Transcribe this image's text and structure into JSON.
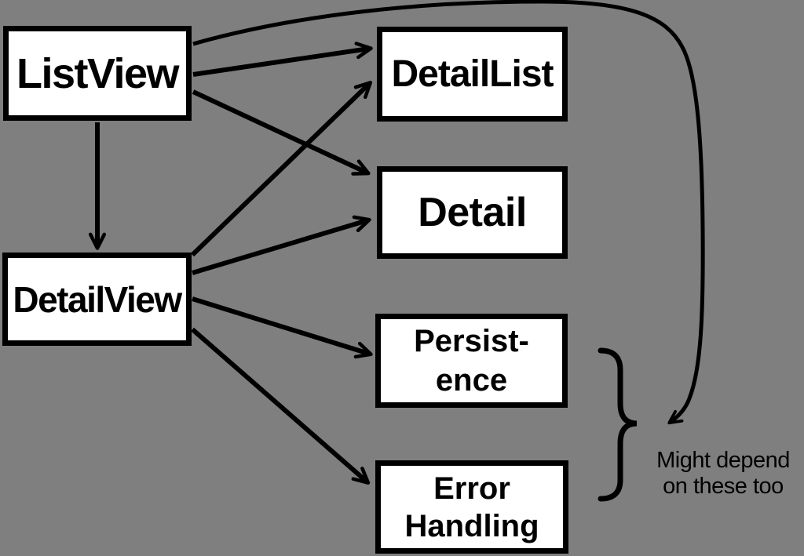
{
  "colors": {
    "background": "#7f7f7f",
    "box_fill": "#ffffff",
    "stroke": "#000000",
    "text": "#000000"
  },
  "nodes": {
    "list_view": {
      "label": "ListView",
      "lines": [
        "ListView"
      ]
    },
    "detail_view": {
      "label": "DetailView",
      "lines": [
        "DetailView"
      ]
    },
    "detail_list": {
      "label": "DetailList",
      "lines": [
        "DetailList"
      ]
    },
    "detail": {
      "label": "Detail",
      "lines": [
        "Detail"
      ]
    },
    "persistence": {
      "label": "Persistence",
      "lines": [
        "Persist-",
        "ence"
      ]
    },
    "error_handling": {
      "label": "Error Handling",
      "lines": [
        "Error",
        "Handling"
      ]
    }
  },
  "edges": [
    {
      "from": "ListView",
      "to": "DetailView",
      "style": "straight-arrow"
    },
    {
      "from": "ListView",
      "to": "DetailList",
      "style": "straight-arrow"
    },
    {
      "from": "ListView",
      "to": "Detail",
      "style": "straight-arrow"
    },
    {
      "from": "ListView",
      "to": "annotation-area",
      "style": "curved-arrow"
    },
    {
      "from": "DetailView",
      "to": "DetailList",
      "style": "straight-arrow"
    },
    {
      "from": "DetailView",
      "to": "Detail",
      "style": "straight-arrow"
    },
    {
      "from": "DetailView",
      "to": "Persistence",
      "style": "straight-arrow"
    },
    {
      "from": "DetailView",
      "to": "Error Handling",
      "style": "straight-arrow"
    }
  ],
  "brace_group": {
    "groups": [
      "Persistence",
      "Error Handling"
    ]
  },
  "annotation": {
    "lines": [
      "Might depend",
      "on these too"
    ]
  }
}
